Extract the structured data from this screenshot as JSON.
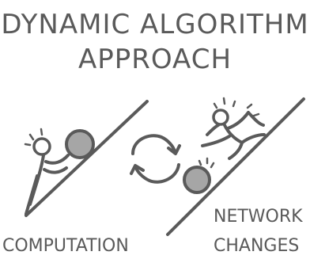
{
  "title": {
    "line1": "DYNAMIC ALGORITHM",
    "line2": "APPROACH"
  },
  "captions": {
    "left": "COMPUTATION",
    "right_line1": "NETWORK",
    "right_line2": "CHANGES"
  },
  "colors": {
    "ink": "#5a5a5a",
    "ball_fill": "#a6a6a6",
    "background": "#ffffff"
  },
  "icons": [
    "stick-figure-pushing-ball",
    "cycle-arrows",
    "stick-figure-running-from-ball"
  ]
}
